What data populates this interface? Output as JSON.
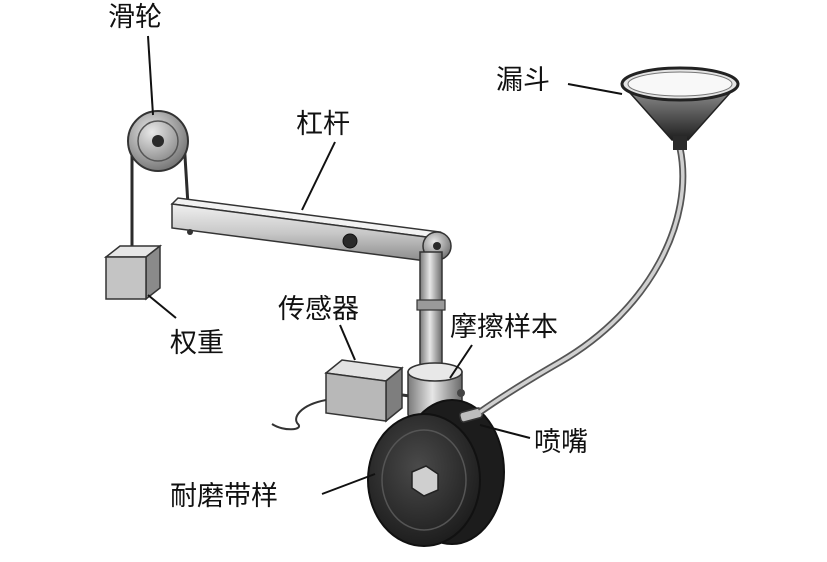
{
  "labels": {
    "pulley": "滑轮",
    "funnel": "漏斗",
    "lever": "杠杆",
    "sensor": "传感器",
    "weight": "权重",
    "friction_sample": "摩擦样本",
    "nozzle": "喷嘴",
    "wear_belt": "耐磨带样"
  },
  "colors": {
    "metal_light": "#d9d9d9",
    "metal_mid": "#a8a8a8",
    "metal_dark": "#5a5a5a",
    "wheel_dark": "#2a2a2a",
    "ink": "#111111"
  }
}
